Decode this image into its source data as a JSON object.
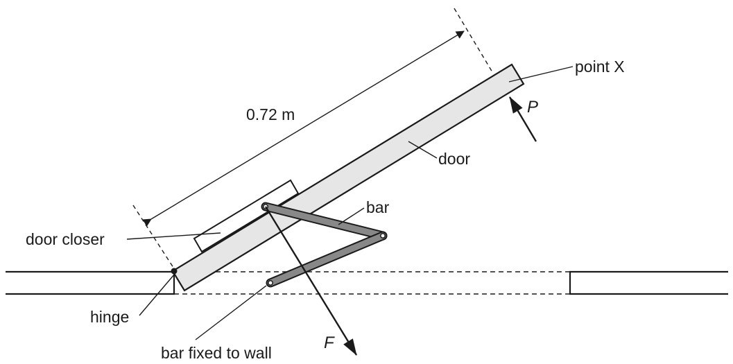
{
  "labels": {
    "dimension": "0.72 m",
    "point_x": "point X",
    "force_p": "P",
    "door": "door",
    "bar": "bar",
    "door_closer": "door closer",
    "hinge": "hinge",
    "force_f": "F",
    "bar_fixed": "bar fixed to wall"
  },
  "colors": {
    "door_fill": "#e6e6e6",
    "bar_fill": "#888888",
    "line": "#1a1a1a"
  }
}
